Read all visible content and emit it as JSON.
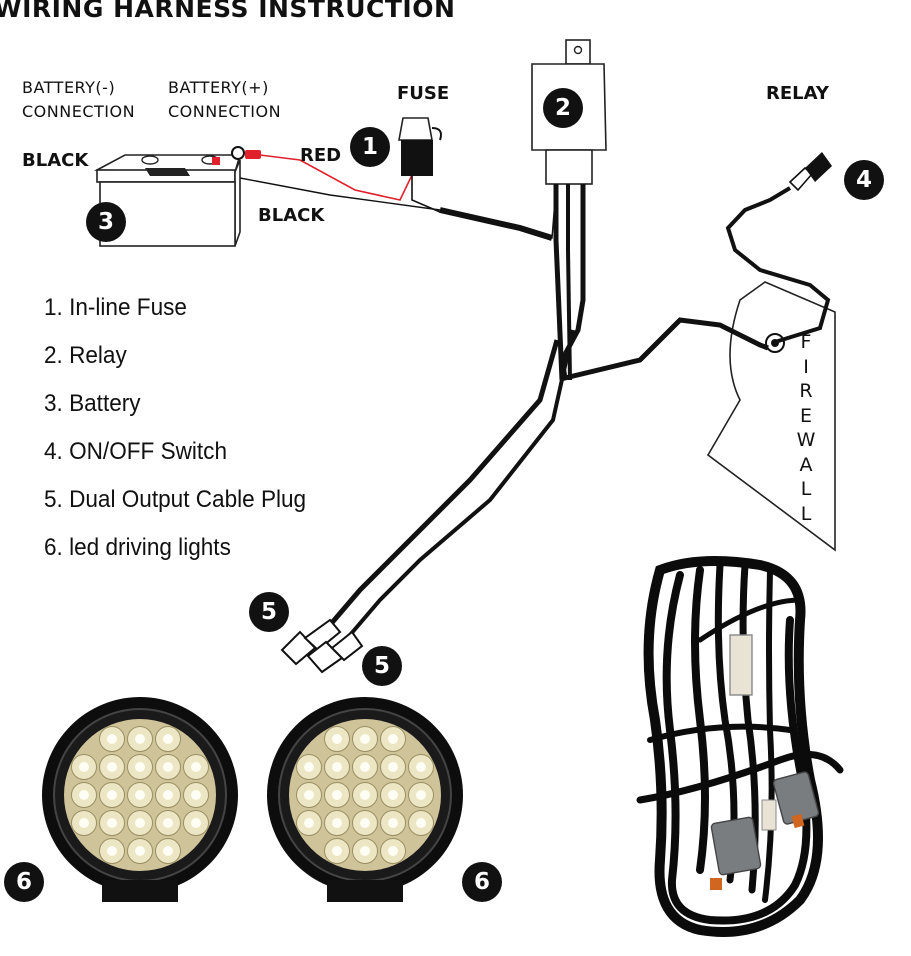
{
  "title": "WIRING HARNESS INSTRUCTION",
  "labels": {
    "battery_neg": [
      "BATTERY(-)",
      "CONNECTION"
    ],
    "battery_pos": [
      "BATTERY(+)",
      "CONNECTION"
    ],
    "fuse": "FUSE",
    "relay": "RELAY",
    "red": "RED",
    "black_left": "BLACK",
    "black_wire": "BLACK",
    "firewall": "FIREWALL"
  },
  "legend": [
    "1. In-line Fuse",
    "2. Relay",
    "3. Battery",
    "4. ON/OFF Switch",
    "5. Dual Output Cable Plug",
    "6. led driving lights"
  ],
  "badges": {
    "fuse": "1",
    "relay": "2",
    "battery": "3",
    "switch": "4",
    "plug_a": "5",
    "plug_b": "5",
    "light_left": "6",
    "light_right": "6"
  },
  "colors": {
    "wire_black": "#111111",
    "wire_red": "#e0202a",
    "badge_bg": "#111111",
    "lens_yellow": "#d9c98c"
  }
}
